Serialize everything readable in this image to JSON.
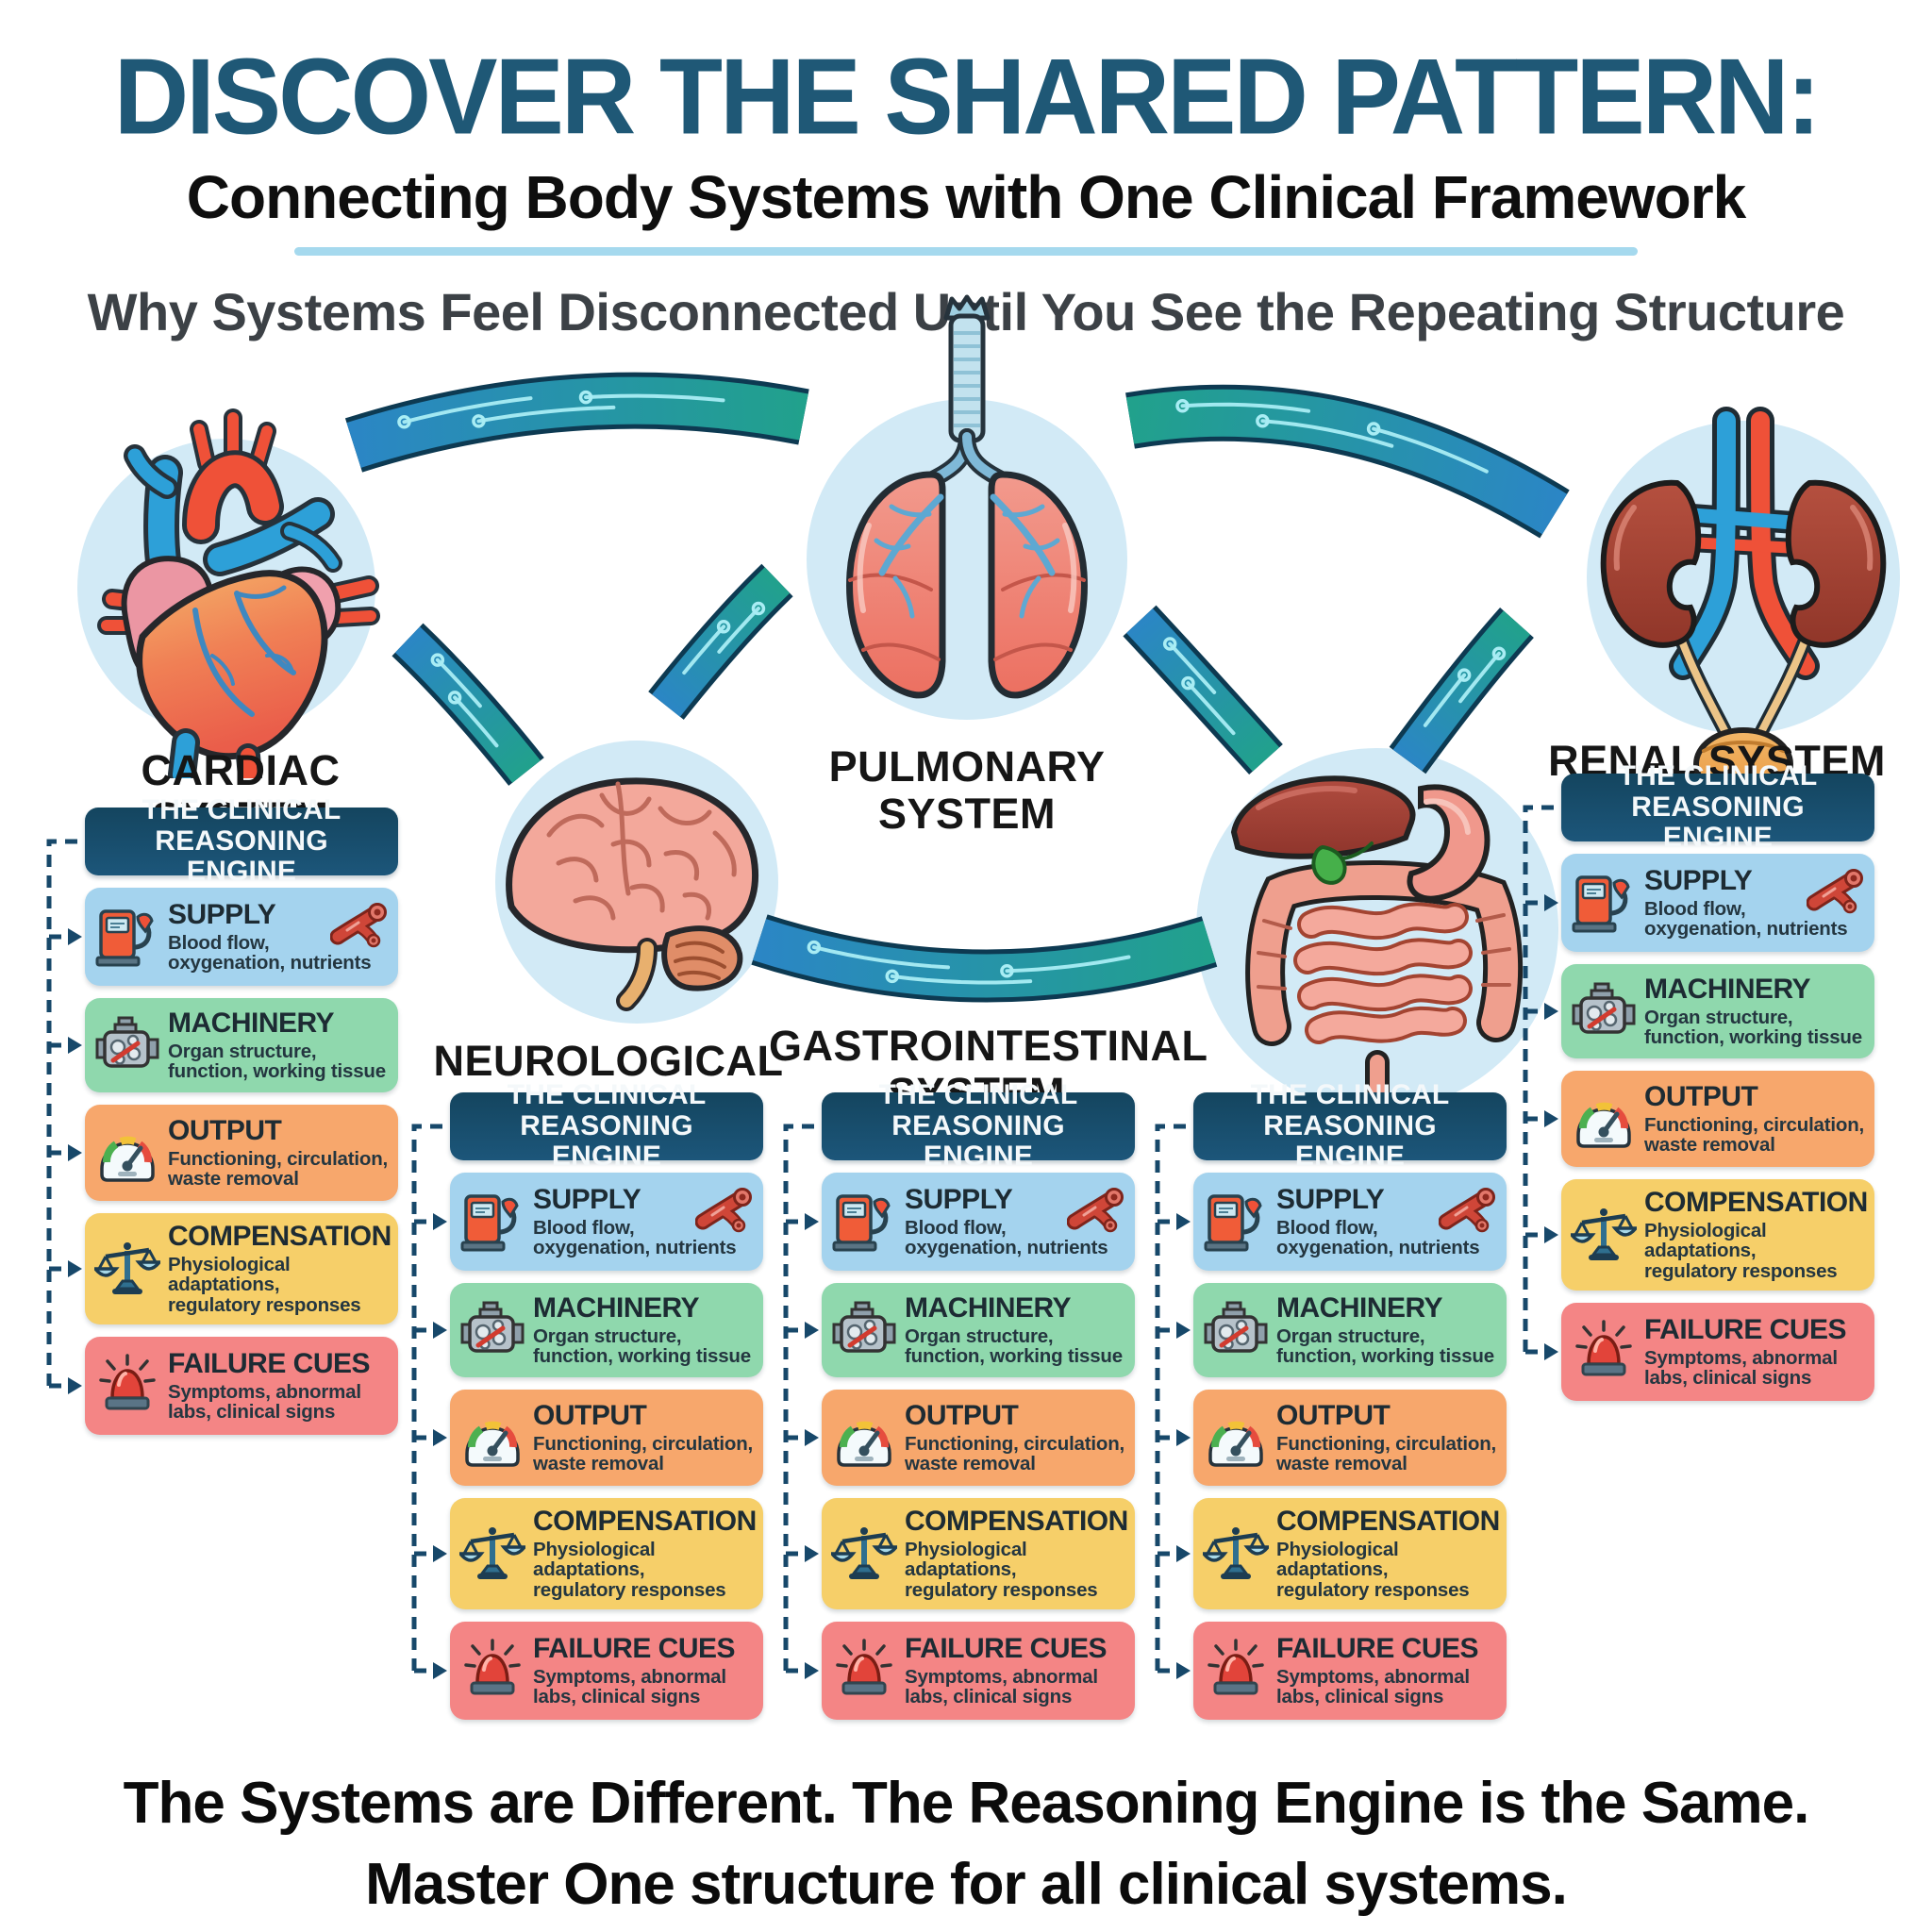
{
  "header": {
    "title": "DISCOVER THE SHARED PATTERN:",
    "subtitle": "Connecting Body Systems with One Clinical Framework",
    "tagline": "Why Systems Feel Disconnected Until You See the Repeating Structure"
  },
  "systems": [
    {
      "id": "cardiac",
      "label": "CARDIAC SYSTEM",
      "organ_icon": "heart-illustration"
    },
    {
      "id": "pulmonary",
      "label": "PULMONARY SYSTEM",
      "organ_icon": "lungs-illustration"
    },
    {
      "id": "renal",
      "label": "RENAL SYSTEM",
      "organ_icon": "kidneys-illustration"
    },
    {
      "id": "neurological",
      "label": "NEUROLOGICAL",
      "organ_icon": "brain-illustration"
    },
    {
      "id": "gastrointestinal",
      "label": "GASTROINTESTINAL SYSTEM",
      "organ_icon": "gi-tract-illustration"
    }
  ],
  "engine": {
    "header": "THE CLINICAL REASONING ENGINE",
    "components": [
      {
        "title": "SUPPLY",
        "description": "Blood flow,\noxygenation, nutrients",
        "icon": "fuel-pump-icon",
        "accessory_icon": "blood-vessel-icon",
        "color": "#a4d3ee"
      },
      {
        "title": "MACHINERY",
        "description": "Organ structure,\nfunction, working tissue",
        "icon": "engine-icon",
        "color": "#8fd8ad"
      },
      {
        "title": "OUTPUT",
        "description": "Functioning, circulation,\nwaste removal",
        "icon": "gauge-icon",
        "color": "#f7a76c"
      },
      {
        "title": "COMPENSATION",
        "description": "Physiological\nadaptations,\nregulatory responses",
        "icon": "balance-scale-icon",
        "color": "#f6cf69"
      },
      {
        "title": "FAILURE CUES",
        "description": "Symptoms, abnormal\nlabs, clinical signs",
        "icon": "siren-icon",
        "color": "#f48585"
      }
    ]
  },
  "footer": {
    "line1": "The Systems are Different. The Reasoning Engine is the Same.",
    "line2": "Master One structure for all clinical systems."
  },
  "colors": {
    "title_text": "#1f5876",
    "divider": "#a5d9ee",
    "engine_header_bg": "#14455f",
    "dashed_connector": "#17486a",
    "arrow_teal": "#21a18c",
    "arrow_blue": "#2b86c5",
    "arrow_outline": "#0d3a52",
    "circuit_trace": "#a9edf4",
    "organ_circle_bg": "#d2eaf6"
  }
}
